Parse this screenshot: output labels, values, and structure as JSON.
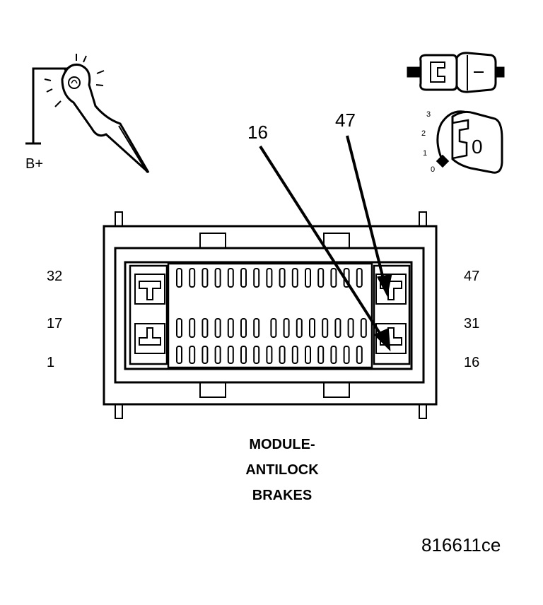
{
  "callouts": {
    "pin_16": "16",
    "pin_47": "47"
  },
  "pin_labels": {
    "left": [
      "32",
      "17",
      "1"
    ],
    "right": [
      "47",
      "31",
      "16"
    ]
  },
  "test_light": {
    "label": "B+"
  },
  "ignition": {
    "positions": [
      "3",
      "2",
      "1",
      "0"
    ],
    "key_label": "0"
  },
  "caption": [
    "MODULE-",
    "ANTILOCK",
    "BRAKES"
  ],
  "figure_id": "816611ce",
  "icons": [
    "test-light-icon",
    "ignition-switch-icon",
    "connector-plug-icon"
  ]
}
